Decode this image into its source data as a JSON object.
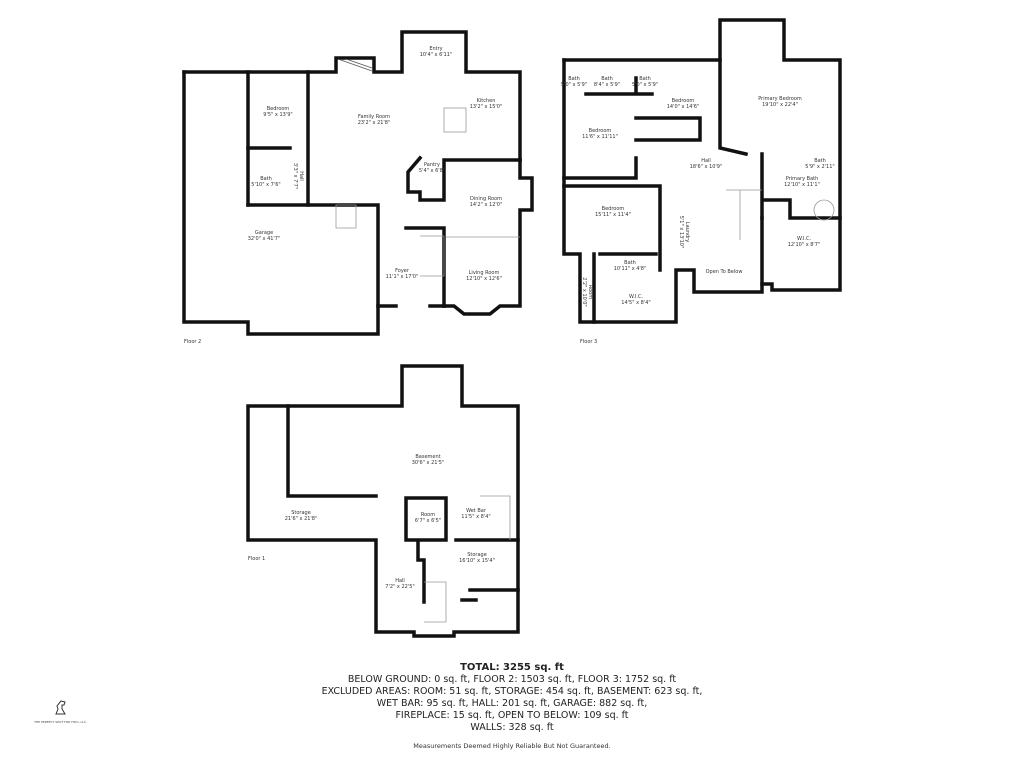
{
  "floors": [
    {
      "label": "Floor 2",
      "rooms": [
        {
          "name": "Entry",
          "dim": "10'4\" x 6'11\""
        },
        {
          "name": "Kitchen",
          "dim": "13'2\" x 15'0\""
        },
        {
          "name": "Bedroom",
          "dim": "9'5\" x 13'9\""
        },
        {
          "name": "Family Room",
          "dim": "23'2\" x 21'8\""
        },
        {
          "name": "Pantry",
          "dim": "5'4\" x 6'8\""
        },
        {
          "name": "Hall",
          "dim": "3'3\" x 7'7\""
        },
        {
          "name": "Bath",
          "dim": "5'10\" x 7'6\""
        },
        {
          "name": "Dining Room",
          "dim": "14'2\" x 12'0\""
        },
        {
          "name": "Garage",
          "dim": "32'0\" x 41'7\""
        },
        {
          "name": "Foyer",
          "dim": "11'1\" x 17'0\""
        },
        {
          "name": "Living Room",
          "dim": "12'10\" x 12'6\""
        }
      ]
    },
    {
      "label": "Floor 3",
      "rooms": [
        {
          "name": "Bath",
          "dim": "5'0\" x 5'9\""
        },
        {
          "name": "Bath",
          "dim": "8'4\" x 5'9\""
        },
        {
          "name": "Bath",
          "dim": "5'0\" x 5'9\""
        },
        {
          "name": "Bedroom",
          "dim": "14'0\" x 14'6\""
        },
        {
          "name": "Primary Bedroom",
          "dim": "19'10\" x 22'4\""
        },
        {
          "name": "Bedroom",
          "dim": "11'6\" x 11'11\""
        },
        {
          "name": "Hall",
          "dim": "18'6\" x 10'9\""
        },
        {
          "name": "Bath",
          "dim": "5'9\" x 2'11\""
        },
        {
          "name": "Primary Bath",
          "dim": "12'10\" x 11'1\""
        },
        {
          "name": "Bedroom",
          "dim": "15'11\" x 11'4\""
        },
        {
          "name": "Laundry",
          "dim": "5'1\" x 13'10\""
        },
        {
          "name": "W.I.C.",
          "dim": "12'10\" x 8'7\""
        },
        {
          "name": "Bath",
          "dim": "10'11\" x 4'8\""
        },
        {
          "name": "Room",
          "dim": "2'2\" x 10'0\""
        },
        {
          "name": "W.I.C.",
          "dim": "14'5\" x 8'4\""
        },
        {
          "name": "Open To Below",
          "dim": ""
        }
      ]
    },
    {
      "label": "Floor 1",
      "rooms": [
        {
          "name": "Basement",
          "dim": "30'6\" x 21'5\""
        },
        {
          "name": "Storage",
          "dim": "21'6\" x 21'8\""
        },
        {
          "name": "Room",
          "dim": "6'7\" x 6'5\""
        },
        {
          "name": "Wet Bar",
          "dim": "11'5\" x 8'4\""
        },
        {
          "name": "Storage",
          "dim": "16'10\" x 15'4\""
        },
        {
          "name": "Hall",
          "dim": "7'2\" x 22'5\""
        }
      ]
    }
  ],
  "summary": {
    "total": "TOTAL: 3255 sq. ft",
    "line1": "BELOW GROUND: 0 sq. ft, FLOOR 2: 1503 sq. ft, FLOOR 3: 1752 sq. ft",
    "line2": "EXCLUDED AREAS: ROOM: 51 sq. ft, STORAGE: 454 sq. ft, BASEMENT: 623 sq. ft,",
    "line3": "WET BAR: 95 sq. ft, HALL: 201 sq. ft, GARAGE: 882 sq. ft,",
    "line4": "FIREPLACE: 15 sq. ft, OPEN TO BELOW: 109 sq. ft",
    "line5": "WALLS: 328 sq. ft",
    "disclaimer": "Measurements Deemed Highly Reliable But Not Guaranteed."
  },
  "logo": {
    "icon": "dog-icon",
    "text": "THE PERFECT SPOT FOR FIDO, LLC"
  },
  "colors": {
    "wall": "#111111",
    "interior": "#999999",
    "window": "#bbbbbb",
    "text": "#333333"
  }
}
